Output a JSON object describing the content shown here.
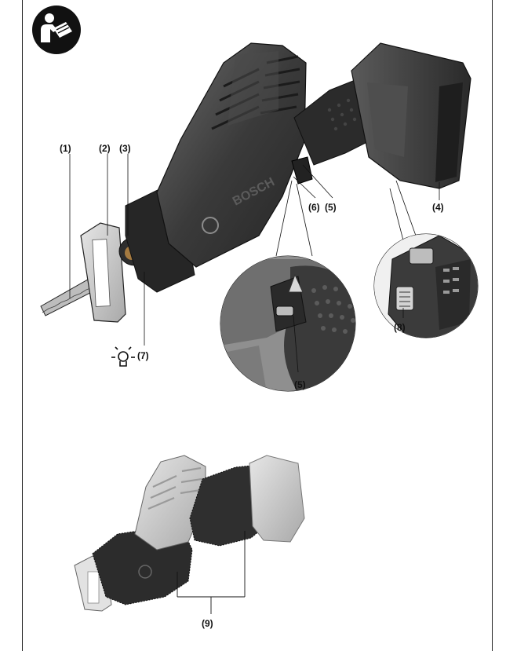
{
  "icon": "read-manual-icon",
  "light_icon": "light-bulb-icon",
  "colors": {
    "line": "#1a1a1a",
    "dark": "#3d3d3d",
    "mid": "#8a8a8a",
    "light": "#cfcfcf"
  },
  "labels": {
    "l1": "(1)",
    "l2": "(2)",
    "l3": "(3)",
    "l4": "(4)",
    "l5a": "(5)",
    "l6": "(6)",
    "l7": "(7)",
    "l5b": "(5)",
    "l8": "(8)",
    "l9": "(9)"
  },
  "brand": "BOSCH"
}
